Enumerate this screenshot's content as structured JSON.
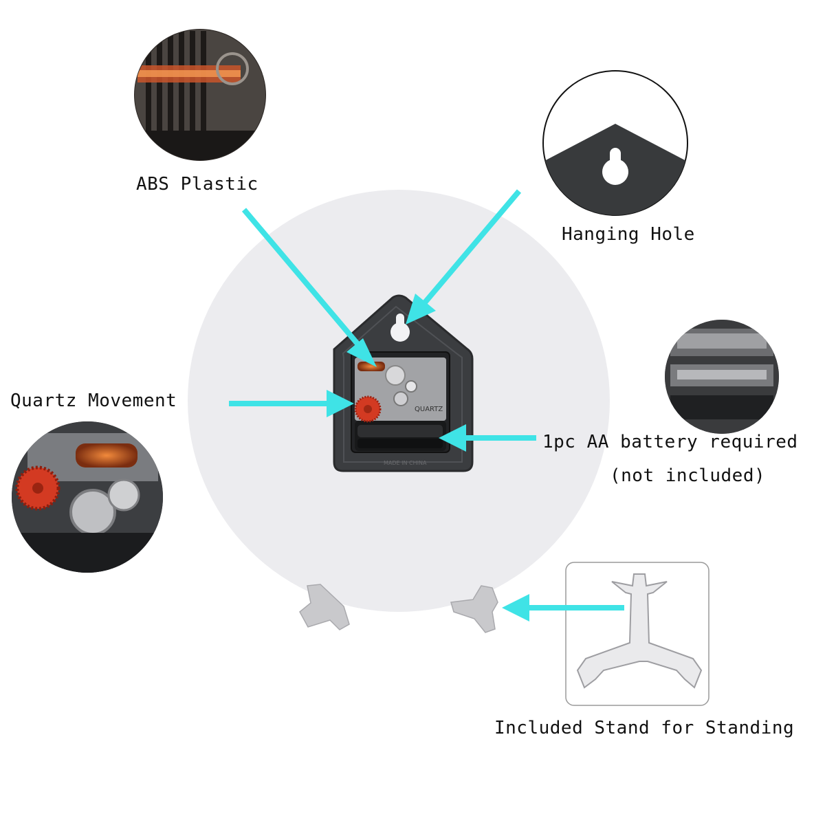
{
  "labels": {
    "abs_plastic": "ABS Plastic",
    "hanging_hole": "Hanging Hole",
    "quartz_movement": "Quartz Movement",
    "battery_line1": "1pc AA battery required",
    "battery_line2": "(not included)",
    "stand": "Included Stand for Standing"
  },
  "movement_text": {
    "brand": "QUARTZ",
    "made_in": "MADE IN CHINA"
  },
  "colors": {
    "arrow": "#3fe3e6",
    "clock_face": "#ececef",
    "movement_housing": "#3b3d40",
    "gear": "#d33a22",
    "coil": "#d06a2a"
  },
  "icons": [
    "abs-plastic-closeup-icon",
    "hanging-hole-closeup-icon",
    "battery-compartment-closeup-icon",
    "quartz-movement-closeup-icon",
    "stand-icon"
  ]
}
